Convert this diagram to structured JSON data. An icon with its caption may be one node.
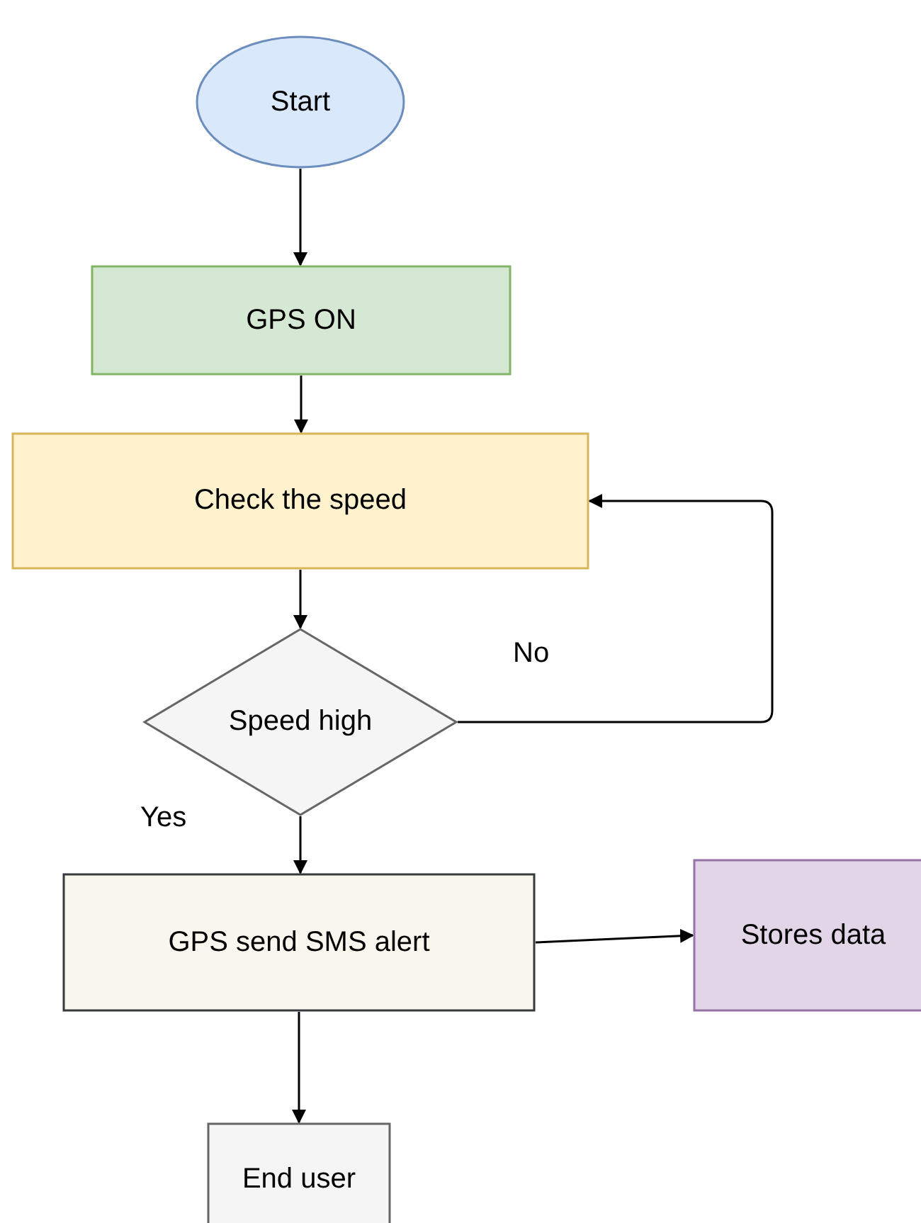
{
  "diagram": {
    "nodes": [
      {
        "text": [
          "Start"
        ]
      },
      {
        "text": [
          "GPS ON"
        ]
      },
      {
        "text": [
          "Check the speed"
        ]
      },
      {
        "text": [
          "Speed high"
        ]
      },
      {
        "text": [
          "GPS send SMS alert"
        ]
      },
      {
        "text": [
          "Stores data"
        ]
      },
      {
        "text": [
          "End user"
        ]
      }
    ],
    "edges": [
      {
        "from": 0,
        "to": 1,
        "arrow": "to"
      },
      {
        "from": 1,
        "to": 2,
        "arrow": "to"
      },
      {
        "from": 2,
        "to": 3,
        "arrow": "to"
      },
      {
        "from": 3,
        "to": 2,
        "arrow": "to",
        "label": "No"
      },
      {
        "from": 3,
        "to": 4,
        "arrow": "to",
        "label": "Yes"
      },
      {
        "from": 4,
        "to": 5,
        "arrow": "to"
      },
      {
        "from": 4,
        "to": 6,
        "arrow": "to"
      }
    ]
  }
}
